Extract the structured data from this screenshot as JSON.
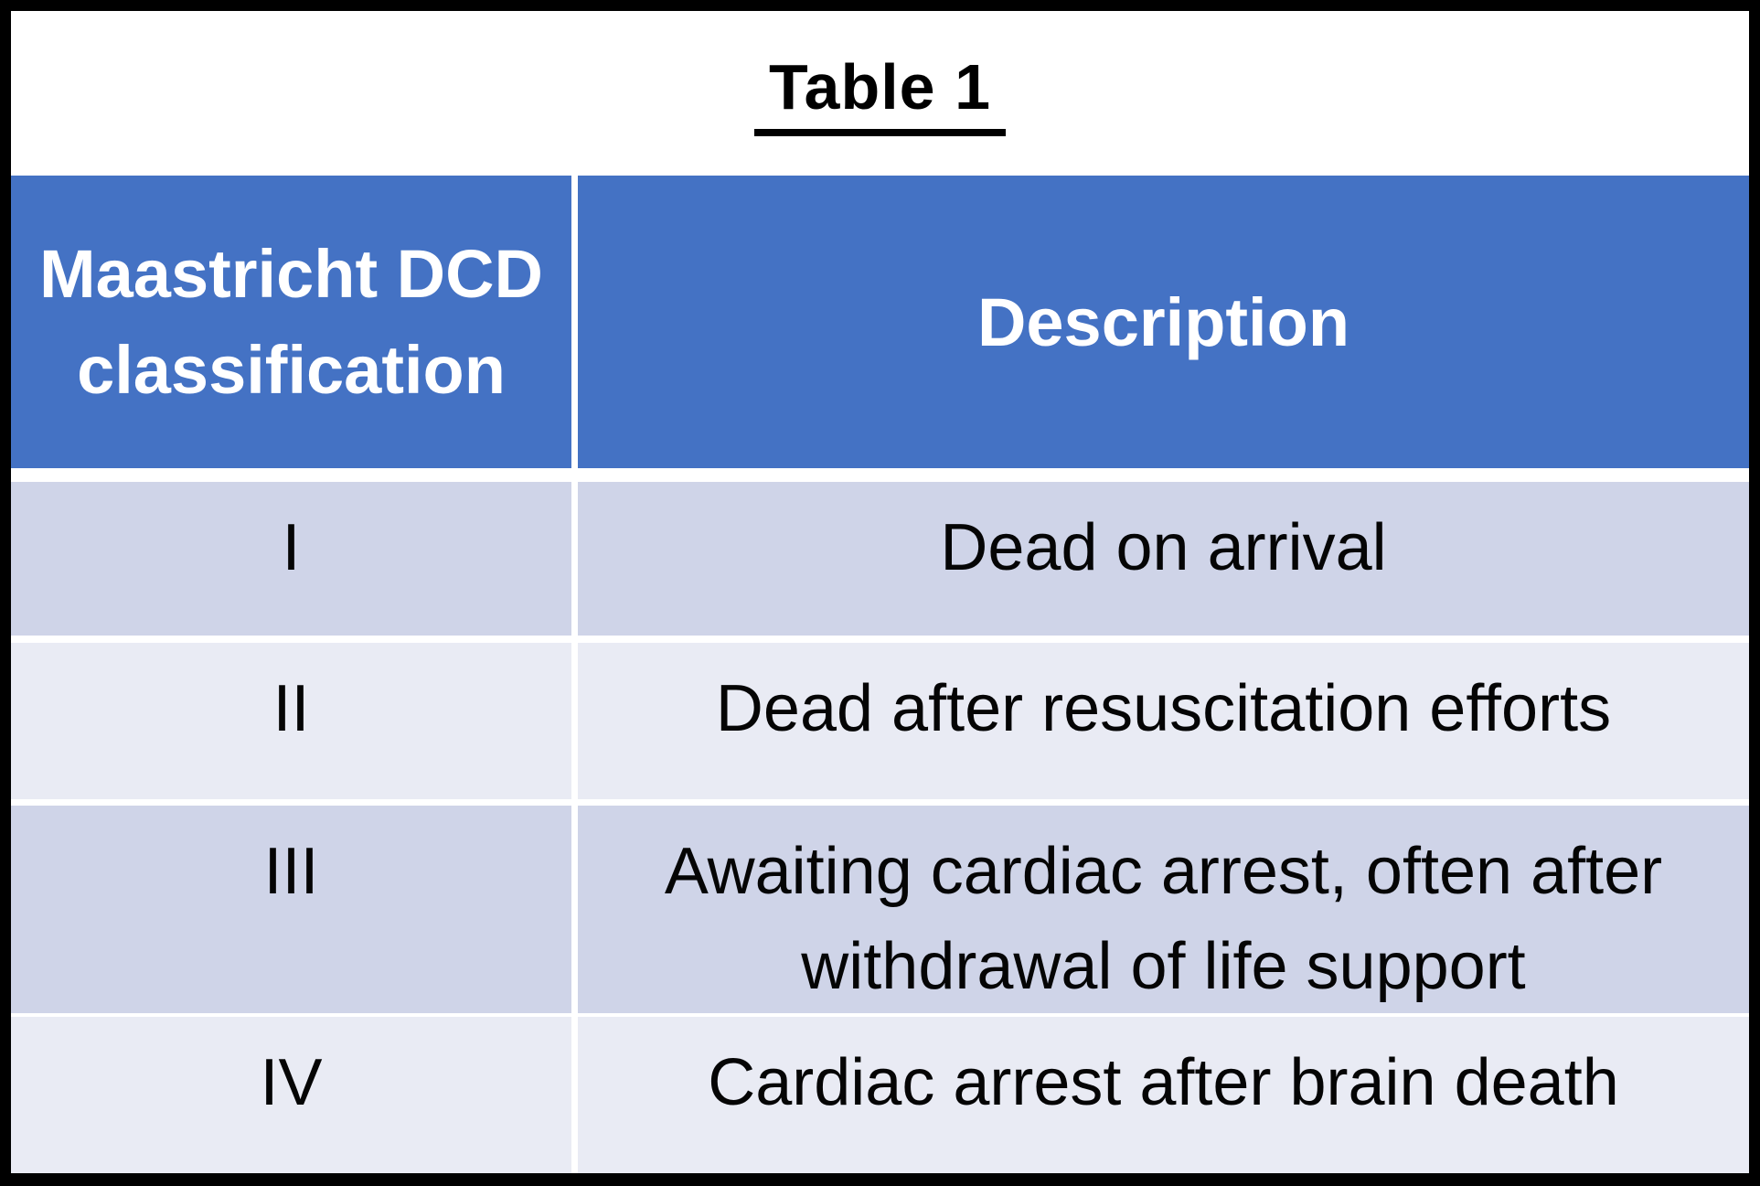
{
  "title": "Table 1",
  "table": {
    "headers": [
      "Maastricht DCD classification",
      "Description"
    ],
    "rows": [
      {
        "classification": "I",
        "description": "Dead on arrival"
      },
      {
        "classification": "II",
        "description": "Dead after resuscitation efforts"
      },
      {
        "classification": "III",
        "description": "Awaiting cardiac arrest, often after withdrawal of life support"
      },
      {
        "classification": "IV",
        "description": "Cardiac arrest after brain death"
      }
    ]
  },
  "chart_data": {
    "type": "table",
    "title": "Table 1",
    "columns": [
      "Maastricht DCD classification",
      "Description"
    ],
    "rows": [
      [
        "I",
        "Dead on arrival"
      ],
      [
        "II",
        "Dead after resuscitation efforts"
      ],
      [
        "III",
        "Awaiting cardiac arrest, often after withdrawal of life support"
      ],
      [
        "IV",
        "Cardiac arrest after brain death"
      ]
    ],
    "layout_hints": {
      "header_position": "top",
      "row_banding": [
        "dark",
        "light",
        "dark",
        "light"
      ],
      "text_alignment": "center"
    }
  },
  "colors": {
    "border": "#000000",
    "header-bg": "#4472C4",
    "header-text": "#FFFFFF",
    "band-dark": "#CFD4E8",
    "band-light": "#E9EBF4",
    "gap": "#FFFFFF",
    "body-text": "#050505"
  }
}
